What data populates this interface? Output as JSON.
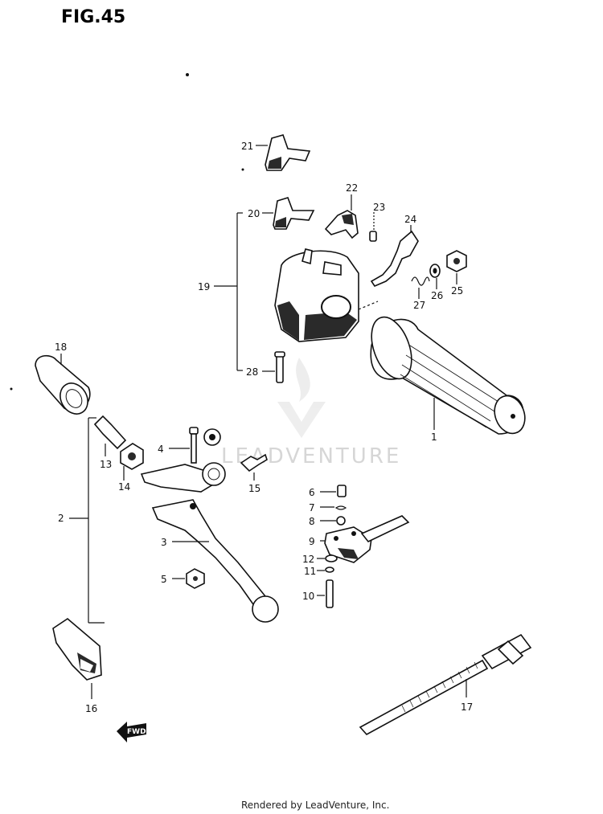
{
  "figure": {
    "title": "FIG.45"
  },
  "watermark": "LEADVENTURE",
  "footer": "Rendered by LeadVenture, Inc.",
  "fwd_label": "FWD",
  "callouts": {
    "p1": "1",
    "p2": "2",
    "p3": "3",
    "p4": "4",
    "p5": "5",
    "p6": "6",
    "p7": "7",
    "p8": "8",
    "p9": "9",
    "p10": "10",
    "p11": "11",
    "p12": "12",
    "p13": "13",
    "p14": "14",
    "p15": "15",
    "p16": "16",
    "p17": "17",
    "p18": "18",
    "p19": "19",
    "p20": "20",
    "p21": "21",
    "p22": "22",
    "p23": "23",
    "p24": "24",
    "p25": "25",
    "p26": "26",
    "p27": "27",
    "p28": "28"
  }
}
